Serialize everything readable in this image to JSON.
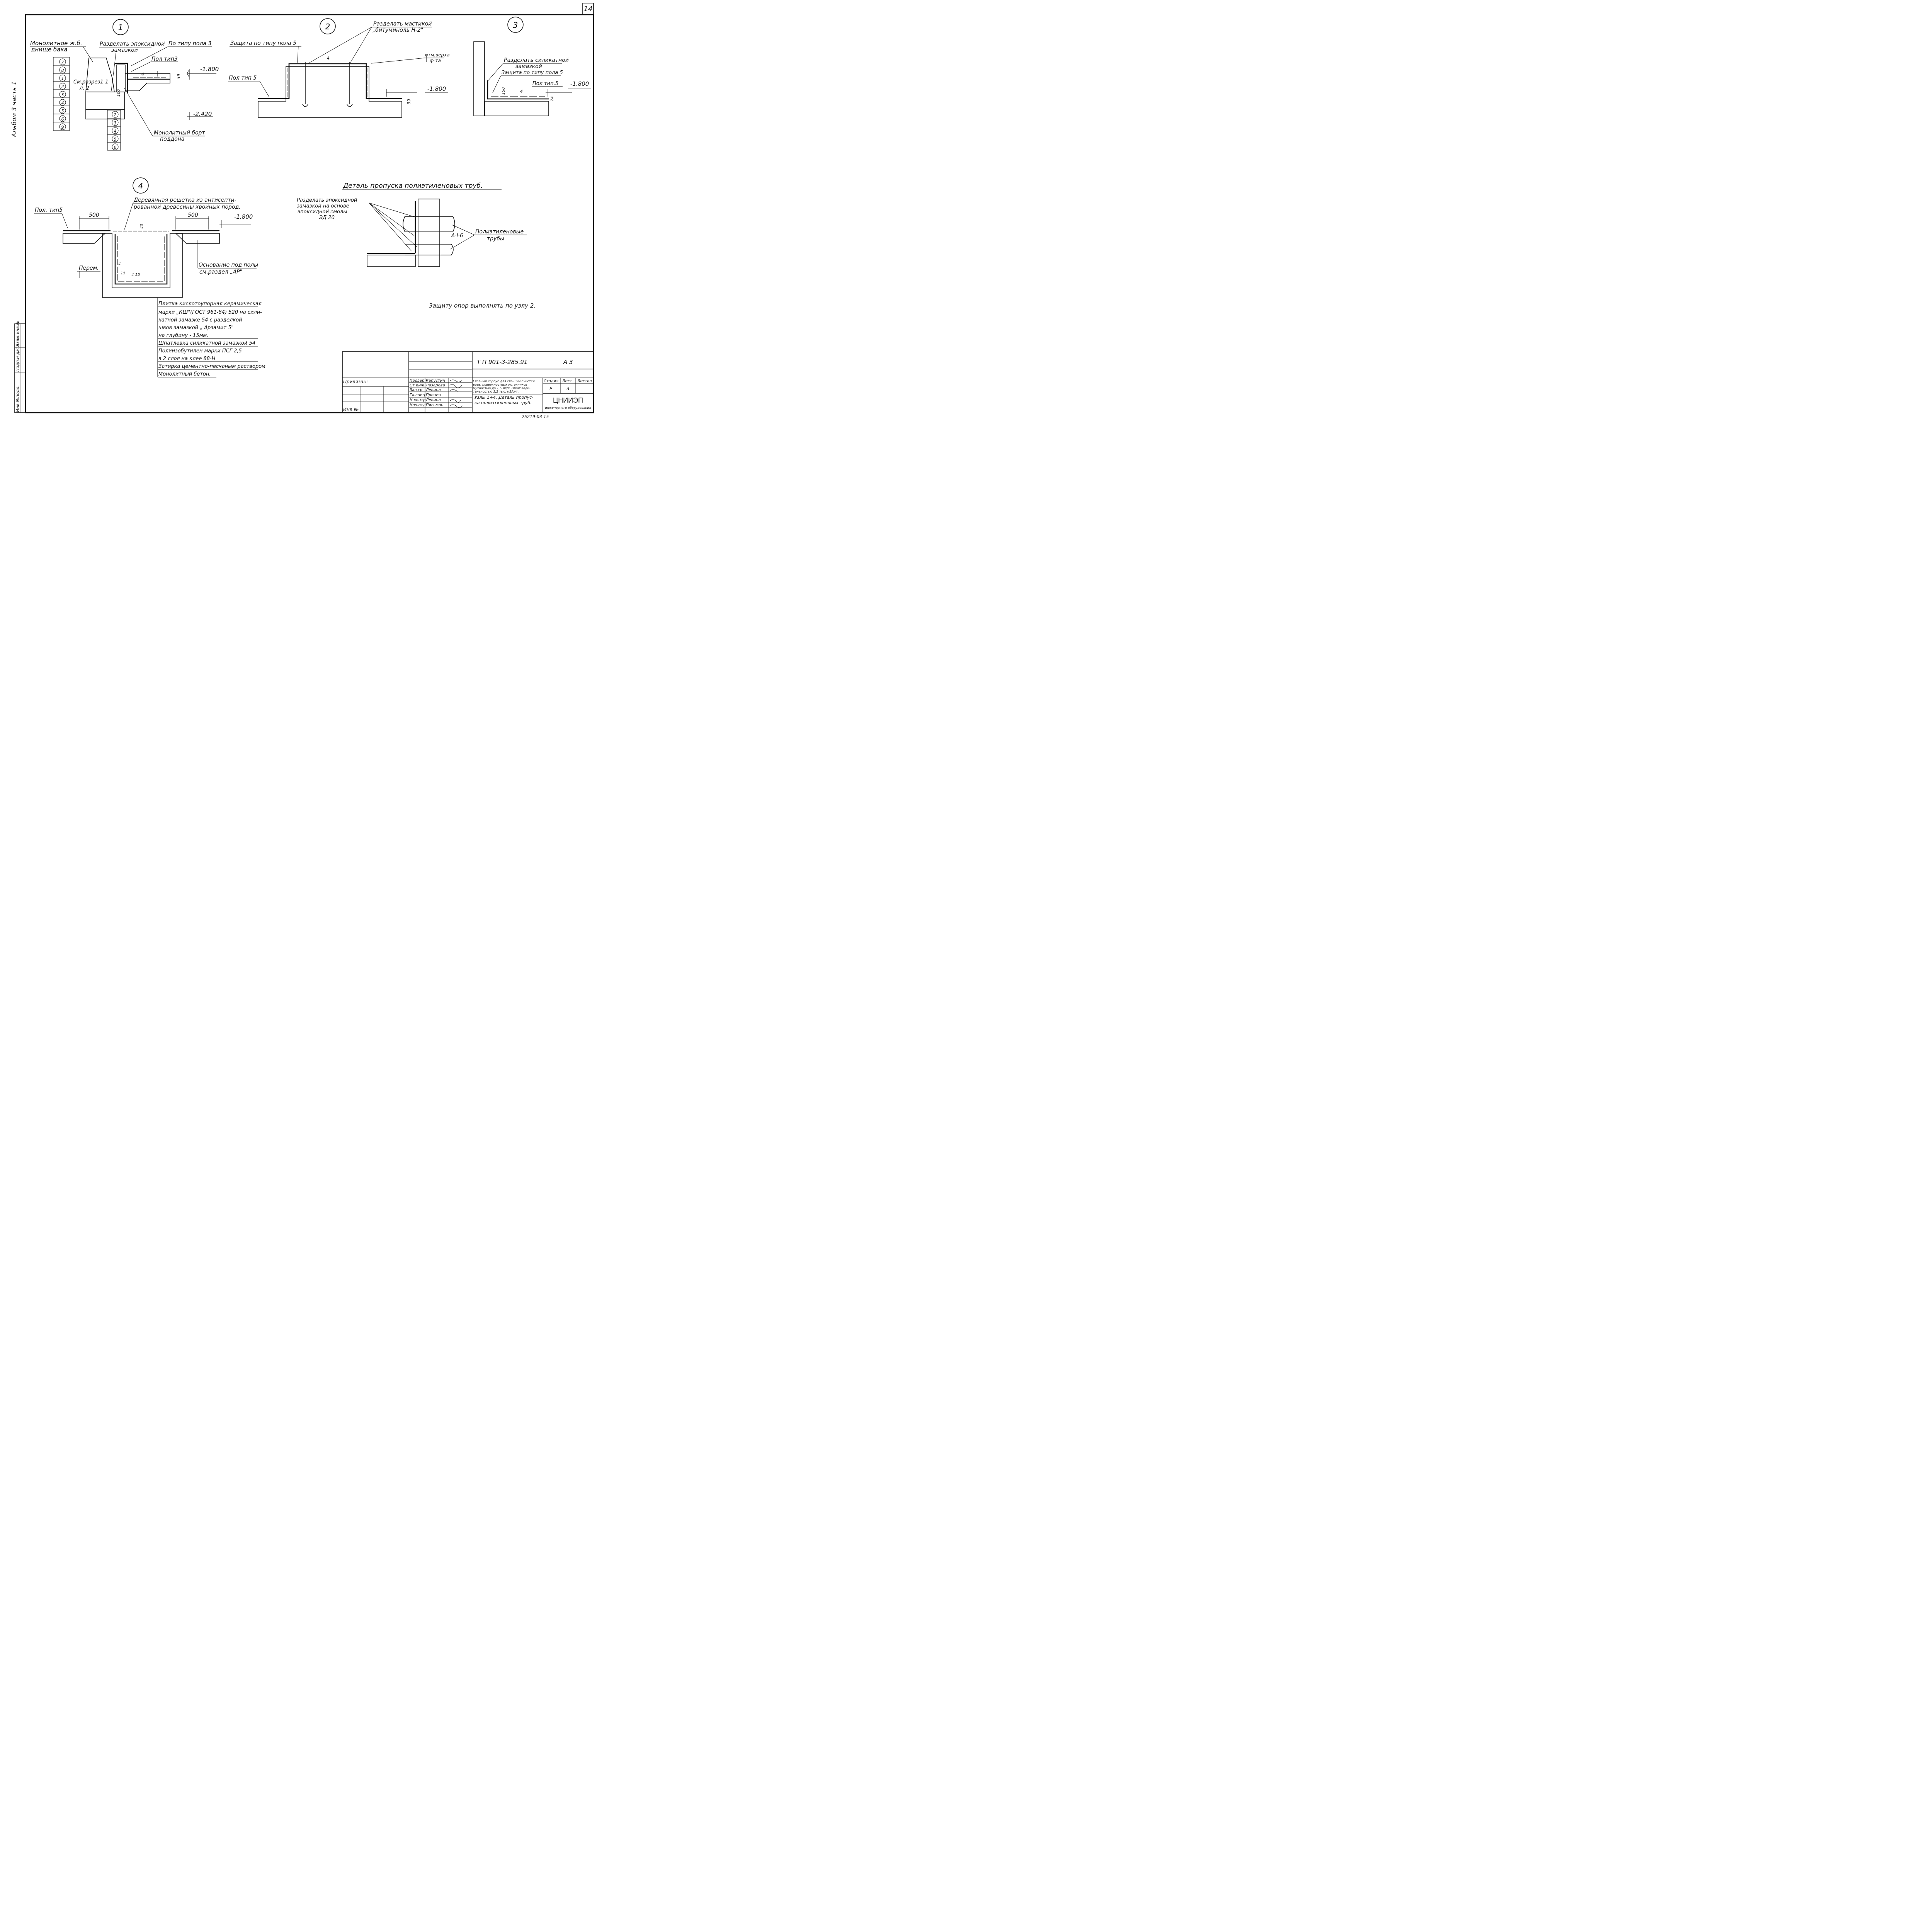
{
  "sheet_number": "14",
  "album_label": "Альбом 3 часть 1",
  "bottom_code": "25219-03  15",
  "nodes": {
    "n1": {
      "number": "1",
      "label_monolith": [
        "Монолитное ж.б.",
        "днище бака"
      ],
      "label_epoxy": [
        "Разделать эпоксидной",
        "замазкой"
      ],
      "label_floor3_type": "По типу пола 3",
      "label_floor3": "Пол тип3",
      "label_section": [
        "См.разрез1-1",
        "л. 2"
      ],
      "label_board": [
        "Монолитный борт",
        "поддона"
      ],
      "level_1": "-1.800",
      "level_2": "-2.420",
      "dim_4": "4",
      "dim_39": "39",
      "dim_100": "100",
      "layers_top": [
        "7",
        "8",
        "1",
        "2",
        "3",
        "4",
        "5",
        "6",
        "9"
      ],
      "layers_bottom": [
        "2",
        "3",
        "4",
        "5",
        "6"
      ]
    },
    "n2": {
      "number": "2",
      "label_protect": "Защита по типу пола 5",
      "label_mastic": [
        "Разделать мастикой",
        "„битуминоль Н-2\""
      ],
      "label_floor5": "Пол тип 5",
      "label_top": [
        "отм.верха",
        "ф-та"
      ],
      "level": "-1.800",
      "dim_4": "4",
      "dim_39": "39"
    },
    "n3": {
      "number": "3",
      "label_silicate": [
        "Разделать силикатной",
        "замазкой"
      ],
      "label_protect": "Защита по типу пола 5",
      "label_floor5": "Пол тип.5",
      "level": "-1.800",
      "dim_150": "150",
      "dim_4": "4",
      "dim_24": "24"
    },
    "n4": {
      "number": "4",
      "label_grate": [
        "Деревянная решетка из антисепти-",
        "рованной древесины хвойных пород."
      ],
      "label_floor5": "Пол. тип5",
      "dim_500_left": "500",
      "dim_500_right": "500",
      "dim_40": "40",
      "dim_4": "4",
      "dim_15": "15",
      "dim_45": "4 15",
      "level": "-1.800",
      "label_perem": "Перем.",
      "label_base": [
        "Основание под полы",
        "см.раздел „АР\""
      ],
      "spec": [
        "Плитка кислотоупорная керамическая",
        "марки „КШ\"(ГОСТ 961-84) 520 на сили-",
        "катной замазке 54 с разделкой",
        "швов замазкой „ Арзамит 5\"",
        "на глубину  - 15мм.",
        "Шпатлевка силикатной замазкой 54",
        "Полиизобутилен марки ПСГ 2,5",
        "в 2 слоя на клее 88-Н",
        "Затирка цементно-песчаным раствором",
        "Монолитный бетон."
      ]
    },
    "detail": {
      "title": "Деталь пропуска полиэтиленовых труб.",
      "label_epoxy": [
        "Разделать эпоксидной",
        "замазкой на основе",
        "эпоксидной смолы",
        "ЭД 20"
      ],
      "label_pipes": [
        "Полиэтиленовые",
        "трубы"
      ],
      "label_rebar": "А-I-6",
      "note": "Защиту опор выполнять по узлу 2."
    }
  },
  "title_block": {
    "code": "Т П 901-3-285.91",
    "format": "А 3",
    "privyazan": "Привязан:",
    "inv": "Инв.№",
    "roles": [
      "Провер",
      "Ст.инж.",
      "Зав.гр.",
      "Гл.спец",
      "Н.контр",
      "Нач.отд"
    ],
    "names": [
      "Капустин",
      "Лазарева",
      "Левина",
      "Пронин",
      "Левина",
      "Письман"
    ],
    "project": [
      "Главный корпус для станции очистки",
      "воды поверхностных источников",
      "мутностью до 1,5 мг/л. Производи-",
      "тельностью 3,2 тыс. м3/сут."
    ],
    "sheet_title": [
      "Узлы 1÷4. Деталь пропус-",
      "ка полиэтиленовых труб."
    ],
    "stage_header": [
      "Стадия",
      "Лист",
      "Листов"
    ],
    "stage": "Р",
    "sheet": "3",
    "org": "ЦНИИЭП",
    "org_sub": "инженерного оборудования",
    "side_labels": [
      "Инв.№подл.",
      "Подп.и дата",
      "Взам.инв.№"
    ]
  }
}
